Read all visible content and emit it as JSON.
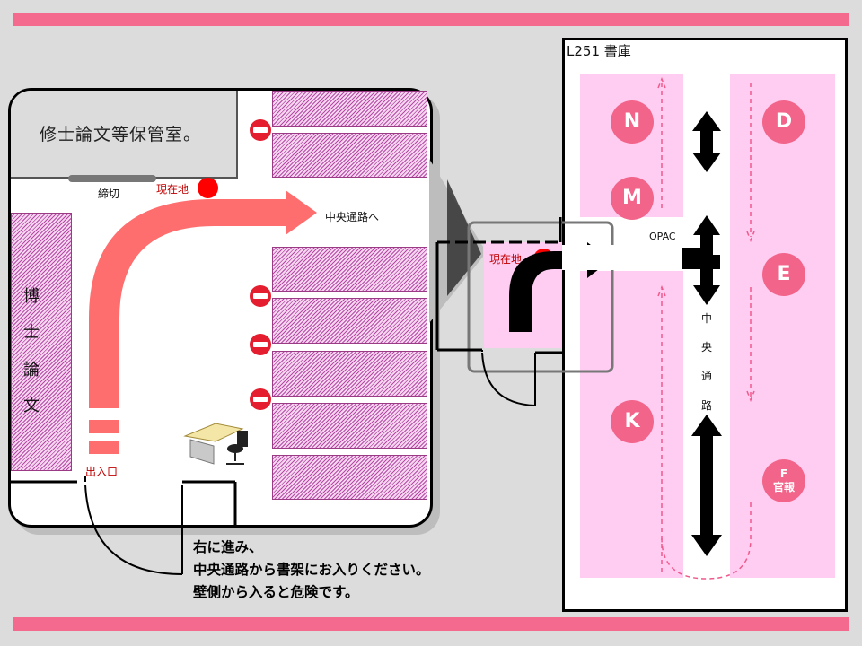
{
  "banners": {
    "top_color": "#f46a8f",
    "bottom_color": "#f46a8f"
  },
  "left_map": {
    "storage_room_label": "修士論文等保管室。",
    "deadline_label": "締切",
    "current_location_label": "現在地",
    "to_center_label": "中央通路へ",
    "thesis_chars": [
      "博",
      "士",
      "論",
      "文"
    ],
    "entrance_label": "出入口",
    "icons": [
      "no-entry-icon",
      "desk-chair-icon"
    ]
  },
  "inset": {
    "current_location_label": "現在地"
  },
  "stacks": {
    "title": "L251 書庫",
    "opac_label": "OPAC",
    "center_aisle_chars": [
      "中",
      "央",
      "通",
      "路"
    ],
    "shelves": {
      "N": "N",
      "M": "M",
      "K": "K",
      "D": "D",
      "E": "E",
      "F_top": "F",
      "F_bottom": "官報"
    },
    "colors": {
      "shelf": "#ffccf2",
      "label_circle": "#f2648a"
    }
  },
  "instructions": [
    "右に進み、",
    "中央通路から書架にお入りください。",
    "壁側から入ると危険です。"
  ]
}
